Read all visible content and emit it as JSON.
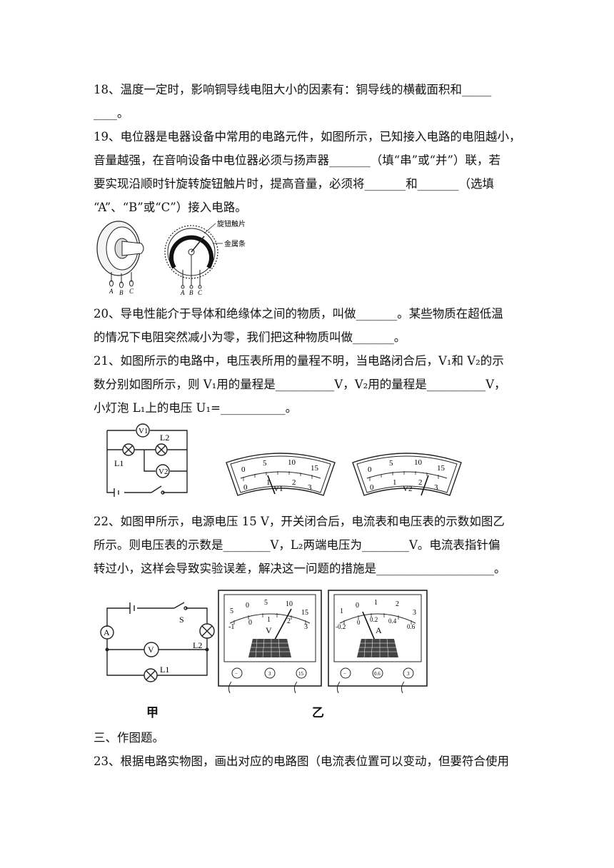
{
  "q18": {
    "line1": "18、温度一定时，影响铜导线电阻大小的因素有：铜导线的横截面积和_____",
    "line2": "____。"
  },
  "q19": {
    "line1": "19、电位器是电器设备中常用的电路元件，如图所示，已知接入电路的电阻越小，",
    "line2": "音量越强，在音响设备中电位器必须与扬声器_______（填“串”或“并”）联，若",
    "line3": "要实现沿顺时针旋转旋钮触片时，提高音量，必须将_______和_______（选填",
    "line4": "“A”、“B”或“C”）接入电路。",
    "fig_label_knob": "旋钮触片",
    "fig_label_strip": "金属条",
    "terminals": [
      "A",
      "B",
      "C"
    ]
  },
  "q20": {
    "line1": "20、导电性能介于导体和绝缘体之间的物质，叫做_______。某些物质在超低温",
    "line2": "的情况下电阻突然减小为零，我们把这种物质叫做_______。"
  },
  "q21": {
    "line1": "21、如图所示的电路中，电压表所用的量程不明，当电路闭合后，V₁和 V₂的示",
    "line2": "数分别如图所示，则 V₁用的量程是__________V，V₂用的量程是__________V，",
    "line3": "小灯泡 L₁上的电压 U₁=___________。",
    "circuit_labels": [
      "V1",
      "L2",
      "L1",
      "V2"
    ],
    "meter1_label": "V1",
    "meter2_label": "V2",
    "scale_top": [
      "0",
      "5",
      "10",
      "15"
    ],
    "scale_bottom": [
      "0",
      "1",
      "2",
      "3"
    ]
  },
  "q22": {
    "line1": "22、如图甲所示，电源电压 15 V，开关闭合后，电流表和电压表的示数如图乙",
    "line2": "所示。则电压表的示数是________V，L₂两端电压为________V。电流表指针偏",
    "line3": "转过小，这样会导致实验误差，解决这一问题的措施是____________________。",
    "fig_jia": "甲",
    "fig_yi": "乙",
    "circuit_labels": [
      "A",
      "S",
      "V",
      "L2",
      "L1"
    ],
    "voltmeter": {
      "label": "V",
      "top_scale": [
        "5",
        "0",
        "5",
        "10",
        "15"
      ],
      "bottom_scale": [
        "-1",
        "0",
        "1",
        "2",
        "3"
      ],
      "terminals": [
        "−",
        "3",
        "15"
      ]
    },
    "ammeter": {
      "label": "A",
      "top_scale": [
        "1",
        "0",
        "1",
        "2",
        "3"
      ],
      "bottom_scale": [
        "-0.2",
        "0",
        "0.2",
        "0.4",
        "0.6"
      ],
      "terminals": [
        "−",
        "0.6",
        "3"
      ]
    }
  },
  "section3": "三、作图题。",
  "q23": {
    "line1": "23、根据电路实物图，画出对应的电路图（电流表位置可以变动，但要符合使用"
  }
}
